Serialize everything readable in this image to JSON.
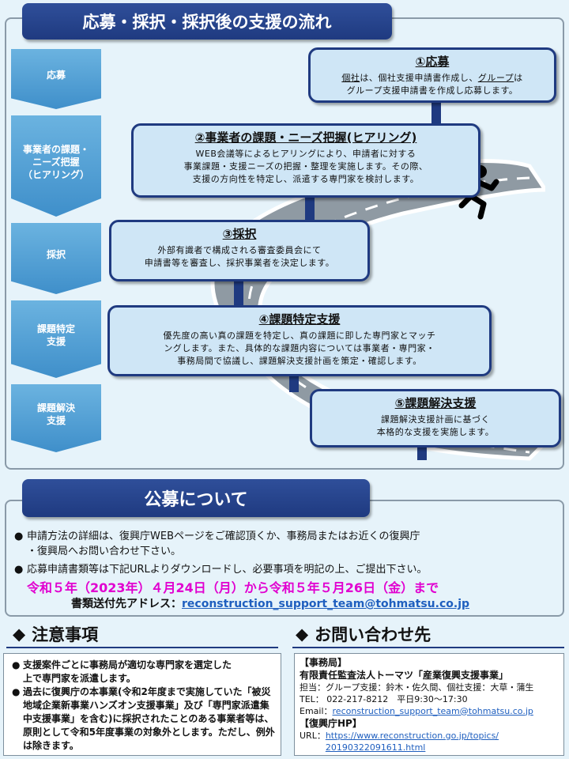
{
  "flow": {
    "title": "応募・採択・採択後の支援の流れ",
    "steps": [
      {
        "label": "応募"
      },
      {
        "label": "事業者の課題・\nニーズ把握\n（ヒアリング）"
      },
      {
        "label": "採択"
      },
      {
        "label": "課題特定\n支援"
      },
      {
        "label": "課題解決\n支援"
      }
    ],
    "cards": [
      {
        "title": "①応募",
        "text_a": "個社",
        "text_b": "は、個社支援申請書作成し、",
        "text_c": "グループ",
        "text_d": "は",
        "text_e": "グループ支援申請書を作成し応募します。"
      },
      {
        "title": "②事業者の課題・ニーズ把握(ヒアリング)",
        "text": "WEB会議等によるヒアリングにより、申請者に対する\n事業課題・支援ニーズの把握・整理を実施します。その際、\n支援の方向性を特定し、派遣する専門家を検討します。"
      },
      {
        "title": "③採択",
        "text": "外部有識者で構成される審査委員会にて\n申請書等を審査し、採択事業者を決定します。"
      },
      {
        "title": "④課題特定支援",
        "text": "優先度の高い真の課題を特定し、真の課題に即した専門家とマッチ\nングします。また、具体的な課題内容については事業者・専門家・\n事務局間で協議し、課題解決支援計画を策定・確認します。"
      },
      {
        "title": "⑤課題解決支援",
        "text": "課題解決支援計画に基づく\n本格的な支援を実施します。"
      }
    ]
  },
  "koubo": {
    "title": "公募について",
    "bullet1": "申請方法の詳細は、復興庁WEBページをご確認頂くか、事務局またはお近くの復興庁\n・復興局へお問い合わせ下さい。",
    "bullet2": "応募申請書類等は下記URLよりダウンロードし、必要事項を明記の上、ご提出下さい。",
    "period": "令和５年（2023年）４月24日（月）から令和５年５月26日（金）まで",
    "address_label": "書類送付先アドレス：",
    "address": "reconstruction_support_team@tohmatsu.co.jp",
    "colors": {
      "period": "#e100d0",
      "address": "#1f5fbf"
    }
  },
  "notes": {
    "title": "注意事項",
    "bullet1": "支援案件ごとに事務局が適切な専門家を選定した\n上で専門家を派遣します。",
    "bullet2": "過去に復興庁の本事業(令和2年度まで実施していた「被災地域企業新事業ハンズオン支援事業」及び「専門家派遣集中支援事業」を含む)に採択されたことのある事業者等は、原則として令和5年度事業の対象外とします。ただし、例外は除きます。"
  },
  "contact": {
    "title": "お問い合わせ先",
    "office_label": "【事務局】",
    "org": "有限責任監査法人トーマツ「産業復興支援事業」",
    "staff": "担当：グループ支援：鈴木・佐久間、個社支援：大草・蒲生",
    "tel": "TEL： 022-217-8212　平日9:30～17:30",
    "email_label": "Email：",
    "email": "reconstruction_support_team@tohmatsu.co.jp",
    "hp_label": "【復興庁HP】",
    "url_label": "URL：",
    "url": "https://www.reconstruction.go.jp/topics/\n20190322091611.html"
  }
}
